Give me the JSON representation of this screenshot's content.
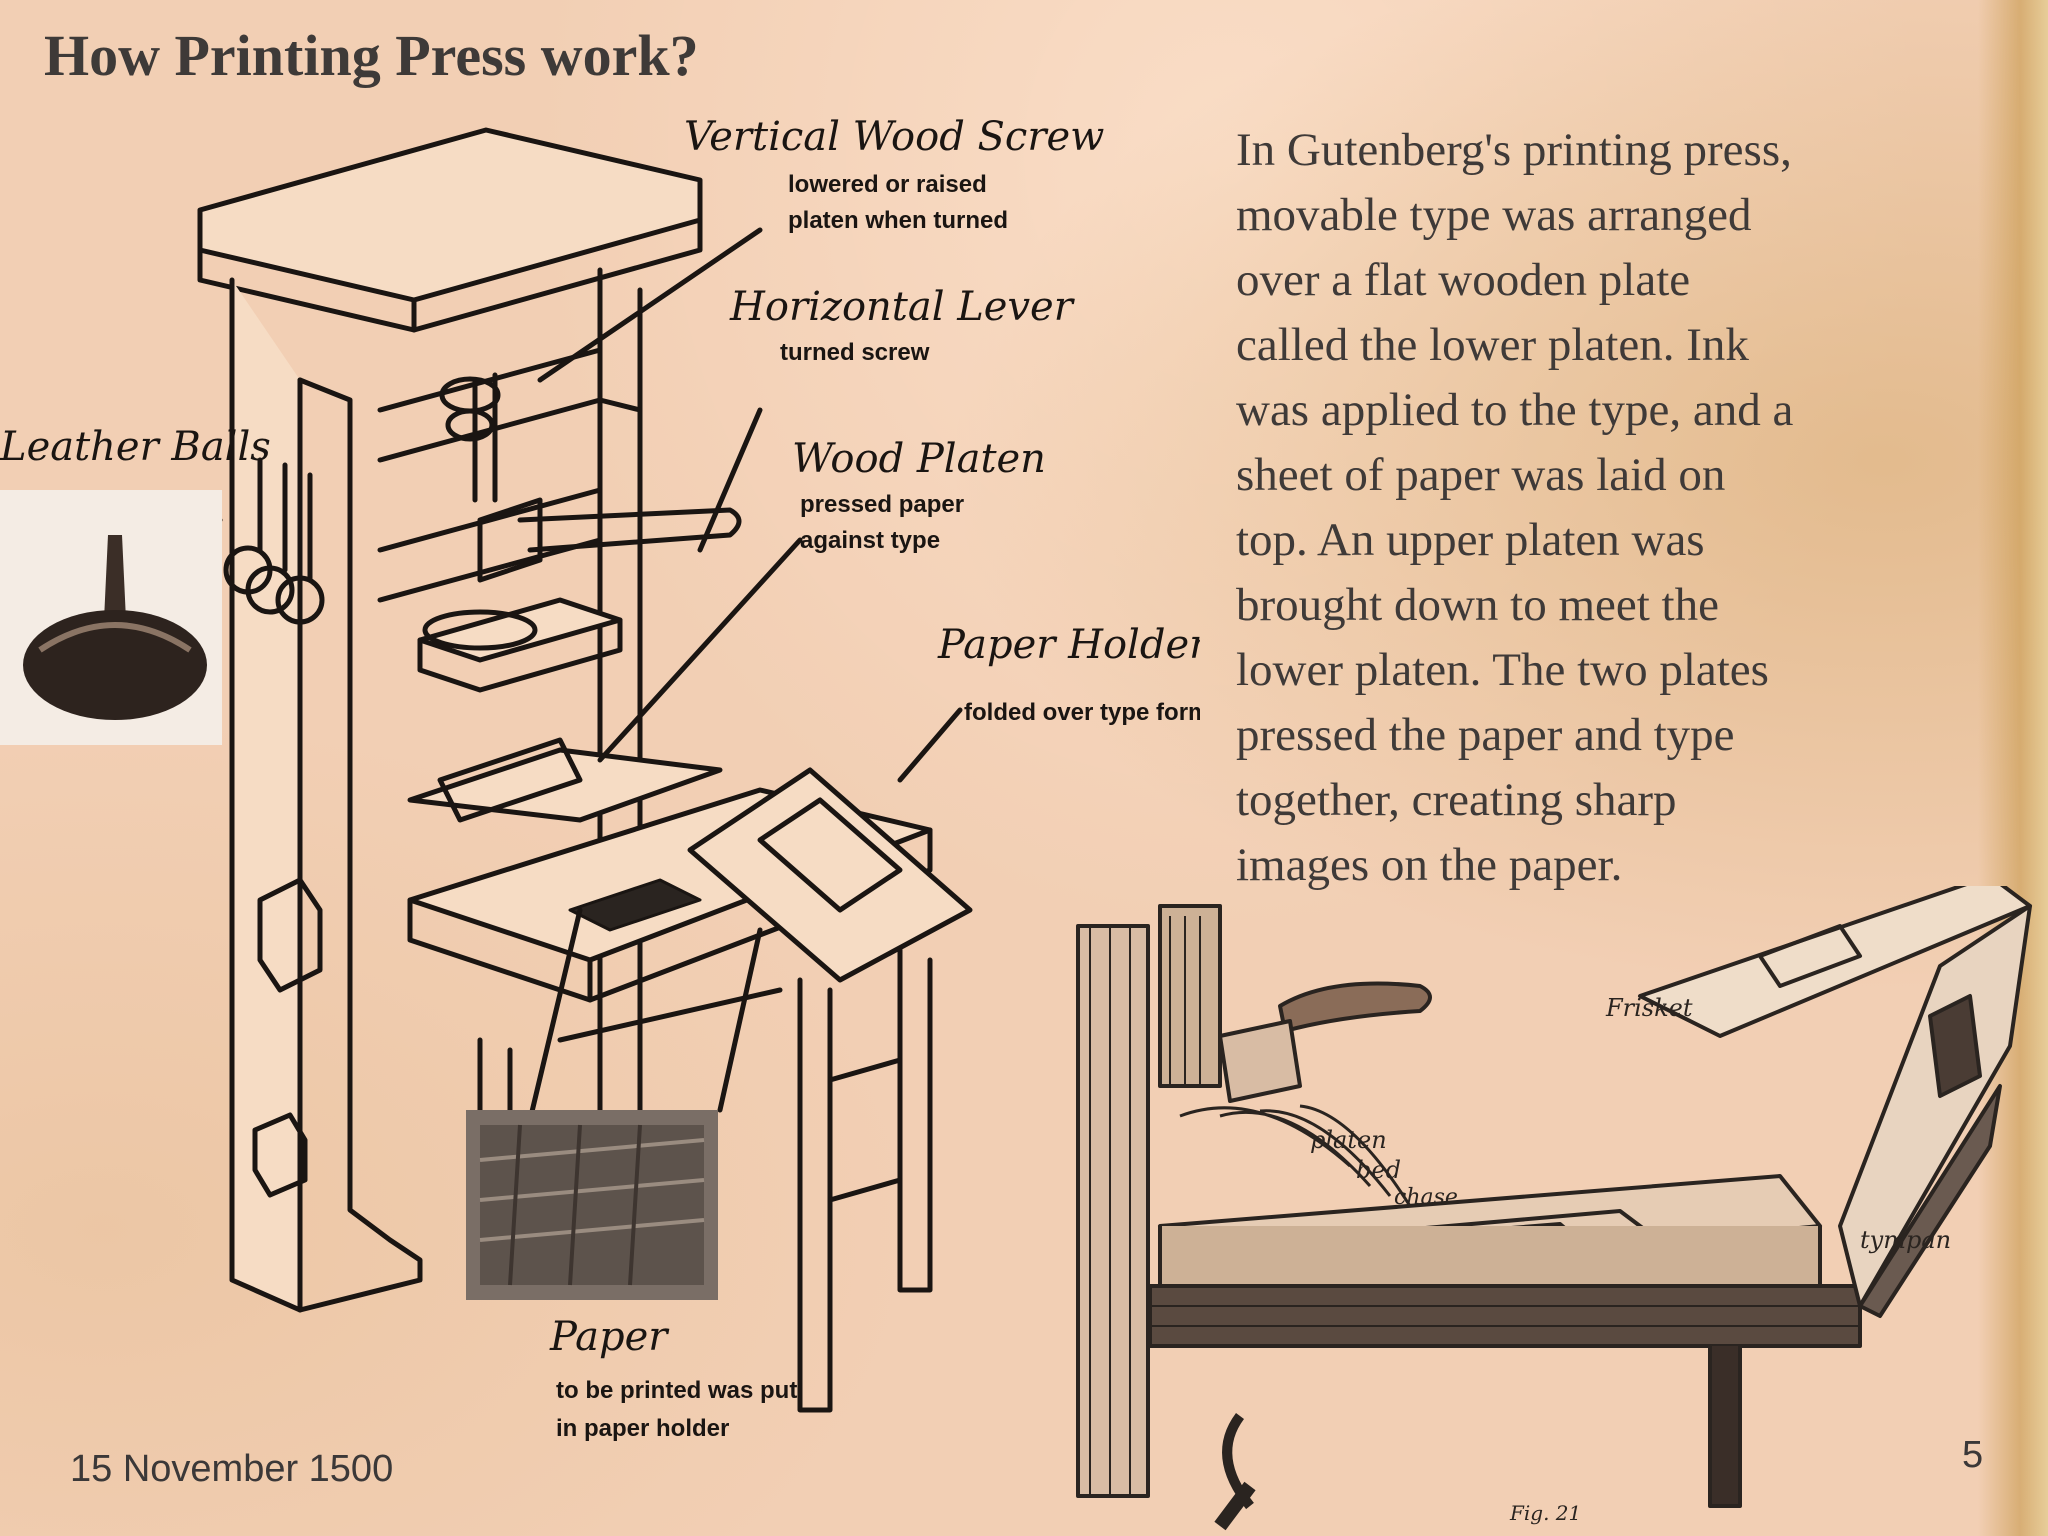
{
  "slide": {
    "title": "How Printing Press work?",
    "body": "In Gutenberg's printing press, movable type was arranged over a flat wooden plate called the lower platen. Ink was applied to the type, and a sheet of paper was laid on top. An upper platen was brought down to meet the lower platen. The two plates pressed the paper and type together, creating sharp images on the paper.",
    "date": "15 November 1500",
    "page_number": "5"
  },
  "diagram_left": {
    "labels": {
      "screw_title": "Vertical Wood Screw",
      "screw_note_1": "lowered or raised",
      "screw_note_2": "platen when turned",
      "lever_title": "Horizontal Lever",
      "lever_note_1": "turned screw",
      "platen_title": "Wood Platen",
      "platen_note_1": "pressed paper",
      "platen_note_2": "against type",
      "holder_title": "Paper Holder",
      "holder_note_1": "folded over type form",
      "balls_title": "Leather Balls",
      "paper_title": "Paper",
      "paper_note_1": "to be printed was put",
      "paper_note_2": "in paper holder"
    }
  },
  "diagram_right": {
    "labels": {
      "platen": "platen",
      "bed": "bed",
      "chase": "chase",
      "frisket": "Frisket",
      "tympan": "tympan",
      "fig": "Fig. 21"
    }
  },
  "colors": {
    "background": "#f2cfb4",
    "text": "#3f3a38",
    "ink": "#1a1512"
  }
}
